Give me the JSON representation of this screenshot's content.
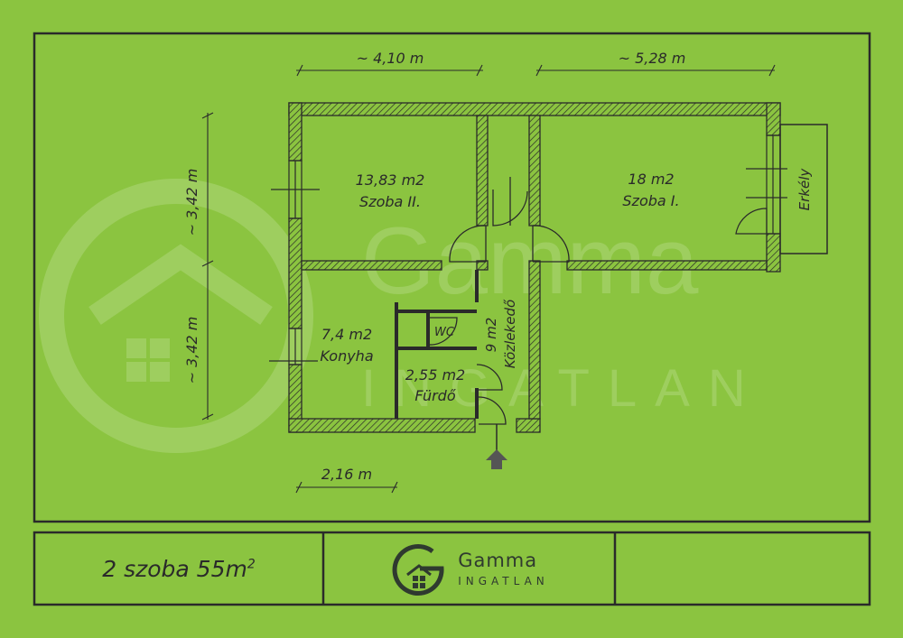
{
  "dimensions": {
    "top_left": "~ 4,10 m",
    "top_right": "~ 5,28 m",
    "left_upper": "~ 3,42 m",
    "left_lower": "~ 3,42 m",
    "bottom": "2,16 m"
  },
  "rooms": {
    "szoba2": {
      "area": "13,83 m2",
      "name": "Szoba II."
    },
    "szoba1": {
      "area": "18 m2",
      "name": "Szoba I."
    },
    "konyha": {
      "area": "7,4 m2",
      "name": "Konyha"
    },
    "furdo": {
      "area": "2,55 m2",
      "name": "Fürdő"
    },
    "wc": {
      "name": "WC"
    },
    "kozlekedo": {
      "area": "9 m2",
      "name": "Közlekedő"
    },
    "erkely": {
      "name": "Erkély"
    }
  },
  "watermark": {
    "name": "Gamma",
    "sub": "INGATLAN"
  },
  "footer": {
    "summary_text": "2 szoba 55m",
    "summary_sup": "2",
    "brand_name": "Gamma",
    "brand_sub": "INGATLAN"
  },
  "colors": {
    "background": "#8bc440",
    "wall_fill": "#8bc440",
    "line": "#2a2a2a",
    "watermark": "#a6d46e"
  },
  "icons": [
    "entrance-arrow-icon",
    "gamma-logo-icon"
  ]
}
